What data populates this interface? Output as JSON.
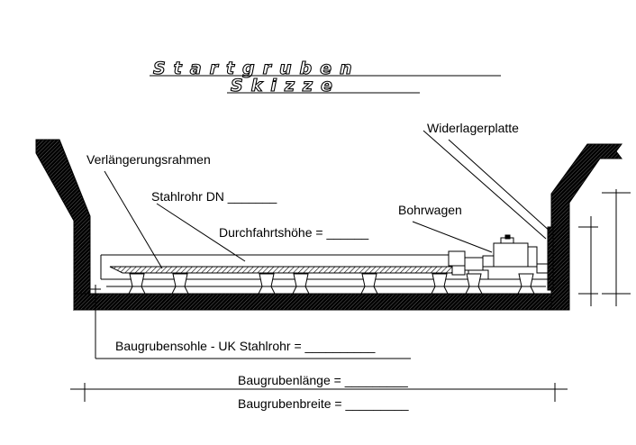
{
  "title": {
    "line1": "Startgruben",
    "line2": "Skizze"
  },
  "labels": {
    "widerlagerplatte": "Widerlagerplatte",
    "verlaengerungsrahmen": "Verlängerungsrahmen",
    "stahlrohr": "Stahlrohr DN _______",
    "bohrwagen": "Bohrwagen",
    "durchfahrtshoehe": "Durchfahrtshöhe = ______",
    "baugrubensohle": "Baugrubensohle - UK Stahlrohr = __________",
    "baugrubenlaenge": "Baugrubenlänge = _________",
    "baugrubenbreite": "Baugrubenbreite = _________"
  },
  "colors": {
    "ink": "#000000",
    "hatch": "#555555",
    "paper": "#ffffff"
  }
}
